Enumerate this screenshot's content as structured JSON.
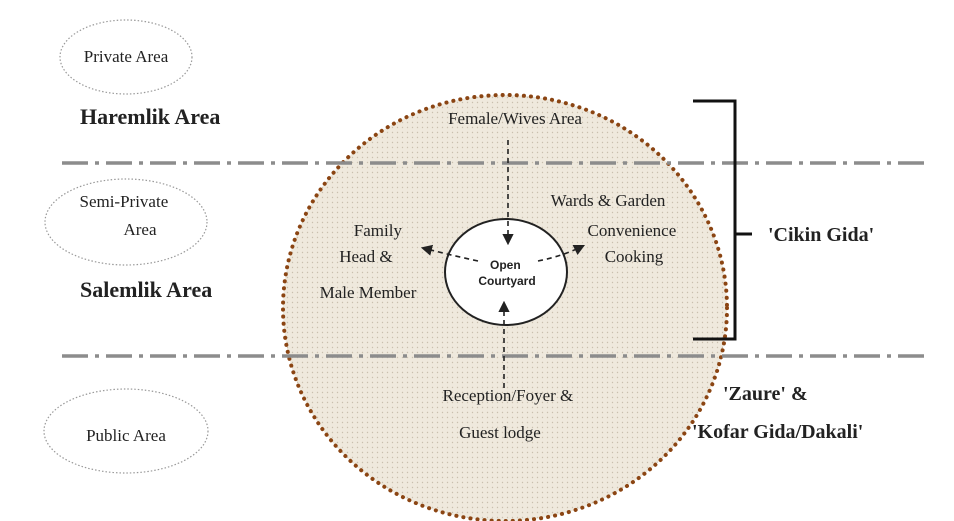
{
  "colors": {
    "outer_fill": "#EFE9DD",
    "outer_dots": "#8B4513",
    "divider": "#8C8C8C",
    "text": "#222222"
  },
  "privacy_levels": {
    "private": "Private Area",
    "semi_private": [
      "Semi-Private",
      "Area"
    ],
    "public": "Public Area"
  },
  "zones": {
    "haremlik": "Haremlik Area",
    "salemlik": "Salemlik Area"
  },
  "spaces": {
    "female": "Female/Wives Area",
    "family": [
      "Family",
      "Head &",
      "Male Member"
    ],
    "wards": "Wards & Garden",
    "convenience": [
      "Convenience",
      "Cooking"
    ],
    "reception": [
      "Reception/Foyer &",
      "Guest lodge"
    ],
    "courtyard": [
      "Open",
      "Courtyard"
    ]
  },
  "hausa_terms": {
    "cikin_gida": "'Cikin Gida'",
    "zaure": "'Zaure' &",
    "kofar_gida": "'Kofar Gida/Dakali'"
  }
}
